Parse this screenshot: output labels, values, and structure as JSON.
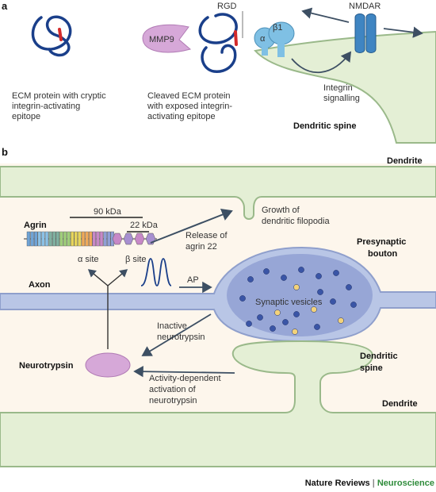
{
  "panel_a": {
    "letter": "a",
    "caption1": [
      "ECM protein with cryptic",
      "integrin-activating",
      "epitope"
    ],
    "rgd": "RGD",
    "mmp9": "MMP9",
    "caption2": [
      "Cleaved ECM protein",
      "with exposed integrin-",
      "activating epitope"
    ],
    "nmdar": "NMDAR",
    "alpha": "α",
    "beta1": "β1",
    "integrin": [
      "Integrin",
      "signalling"
    ],
    "spine": "Dendritic spine"
  },
  "panel_b": {
    "letter": "b",
    "dendrite_top": "Dendrite",
    "kda90": "90 kDa",
    "kda22": "22 kDa",
    "agrin": "Agrin",
    "alpha_site": "α site",
    "beta_site": "β site",
    "growth": [
      "Growth of",
      "dendritic filopodia"
    ],
    "release": [
      "Release of",
      "agrin 22"
    ],
    "presynaptic": [
      "Presynaptic",
      "bouton"
    ],
    "axon": "Axon",
    "ap": "AP",
    "vesicles": "Synaptic vesicles",
    "inactive": [
      "Inactive",
      "neurotrypsin"
    ],
    "neurotrypsin": "Neurotrypsin",
    "dspine": [
      "Dendritic",
      "spine"
    ],
    "activity": [
      "Activity-dependent",
      "activation of",
      "neurotrypsin"
    ],
    "dendrite_bottom": "Dendrite"
  },
  "footer": {
    "journal": "Nature Reviews",
    "sep": " | ",
    "section": "Neuroscience"
  },
  "colors": {
    "green_fill": "#e4efd5",
    "green_stroke": "#9ab98a",
    "axon": "#b9c6e6",
    "bouton": "#97a6d6",
    "magenta": "#d6a8d8",
    "blue_protein": "#1a3f8a",
    "accent_green": "#2e8b3a"
  }
}
